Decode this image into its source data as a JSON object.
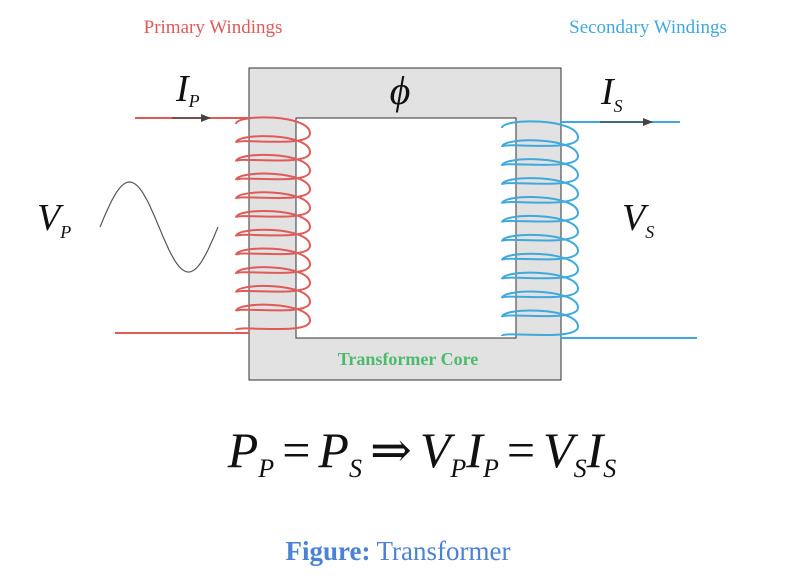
{
  "labels": {
    "primary": "Primary Windings",
    "secondary": "Secondary Windings",
    "core": "Transformer Core",
    "flux": "ϕ",
    "ip": {
      "main": "I",
      "sub": "P"
    },
    "is": {
      "main": "I",
      "sub": "S"
    },
    "vp": {
      "main": "V",
      "sub": "P"
    },
    "vs": {
      "main": "V",
      "sub": "S"
    }
  },
  "equation": {
    "t1": "P",
    "s1": "P",
    "eq1": "=",
    "t2": "P",
    "s2": "S",
    "implies": "⇒",
    "t3": "V",
    "s3": "P",
    "t4": "I",
    "s4": "P",
    "eq2": "=",
    "t5": "V",
    "s5": "S",
    "t6": "I",
    "s6": "S"
  },
  "caption": {
    "bold": "Figure:",
    "text": "Transformer"
  },
  "colors": {
    "primary": "#e05a5a",
    "secondary": "#3fa9dd",
    "core": "#4cba6c",
    "caption": "#4a82d6",
    "core_fill": "#e2e2e2",
    "wave": "#555555"
  },
  "coils": {
    "primary_turns": 11,
    "secondary_turns": 11
  }
}
